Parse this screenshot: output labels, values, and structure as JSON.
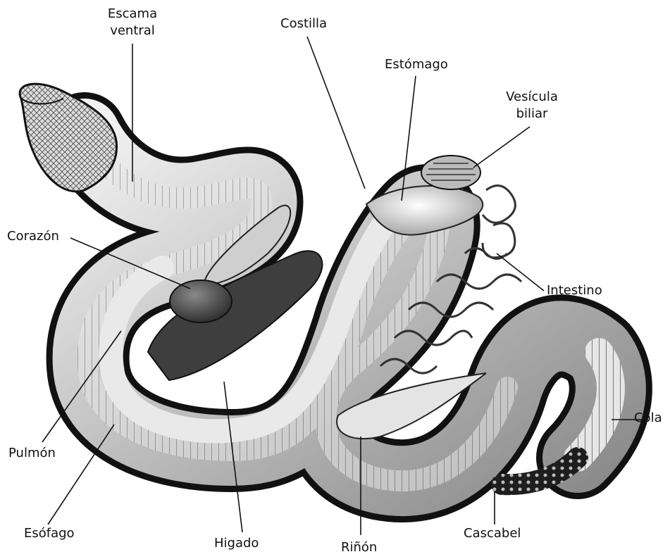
{
  "labels": {
    "ventral_scale_line1": "Escama",
    "ventral_scale_line2": "ventral",
    "rib": "Costilla",
    "stomach": "Estómago",
    "gallbladder_line1": "Vesícula",
    "gallbladder_line2": "biliar",
    "heart": "Corazón",
    "intestine": "Intestino",
    "lung": "Pulmón",
    "tail": "Cola",
    "esophagus": "Esófago",
    "liver": "Higado",
    "kidney": "Riñón",
    "rattle": "Cascabel"
  },
  "colors": {
    "ink": "#111111",
    "body_light": "#d9d9d9",
    "body_mid": "#a9a9a9",
    "body_dark": "#3a3a3a",
    "organ_dark": "#555555"
  }
}
